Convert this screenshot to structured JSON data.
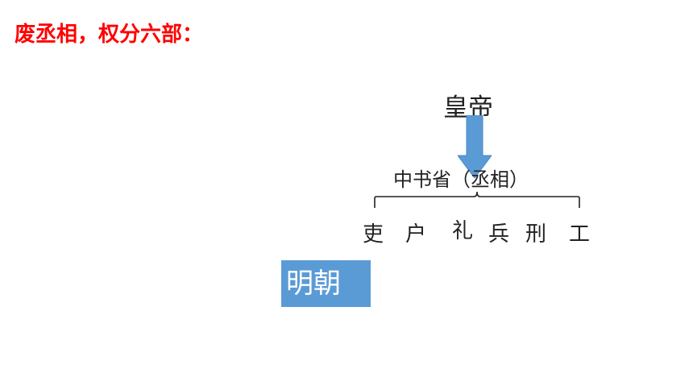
{
  "slide": {
    "title": "废丞相，权分六部："
  },
  "diagram": {
    "emperor": "皇帝",
    "secretariat": "中书省（丞相）",
    "ministries": [
      "吏",
      "户",
      "礼",
      "兵",
      "刑",
      "工"
    ]
  },
  "dynasty_label": "明朝",
  "colors": {
    "title": "#ff0000",
    "arrow": "#5b9bd5",
    "box": "#5b9bd5",
    "box_text": "#ffffff",
    "text": "#222222"
  }
}
